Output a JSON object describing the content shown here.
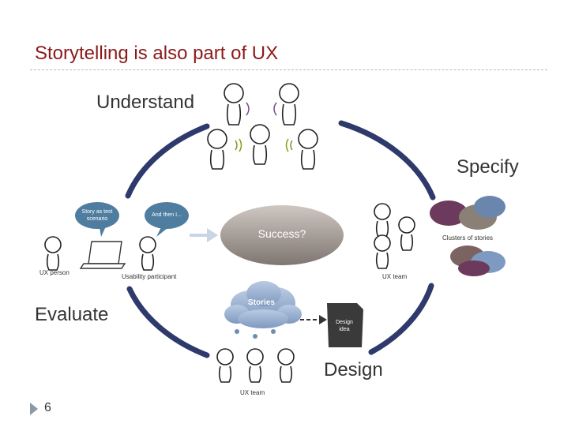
{
  "title": "Storytelling is also part of UX",
  "phases": {
    "understand": "Understand",
    "specify": "Specify",
    "evaluate": "Evaluate",
    "design": "Design"
  },
  "center_label": "Success?",
  "cloud_label": "Stories",
  "evaluate_bubbles": {
    "left": "Story as test scenario",
    "right": "And then I..."
  },
  "evaluate_labels": {
    "ux_person": "UX person",
    "usability_participant": "Usability participant"
  },
  "specify_labels": {
    "clusters": "Clusters of stories",
    "ux_team": "UX team"
  },
  "design_labels": {
    "card": "Design idea",
    "ux_team": "UX team"
  },
  "page_number": "6",
  "colors": {
    "title": "#8B1A1A",
    "cycle_arrow": "#2E3A6B",
    "center": "#8E8580",
    "cloud": "#8FA9CC",
    "card": "#3a3a3a"
  }
}
